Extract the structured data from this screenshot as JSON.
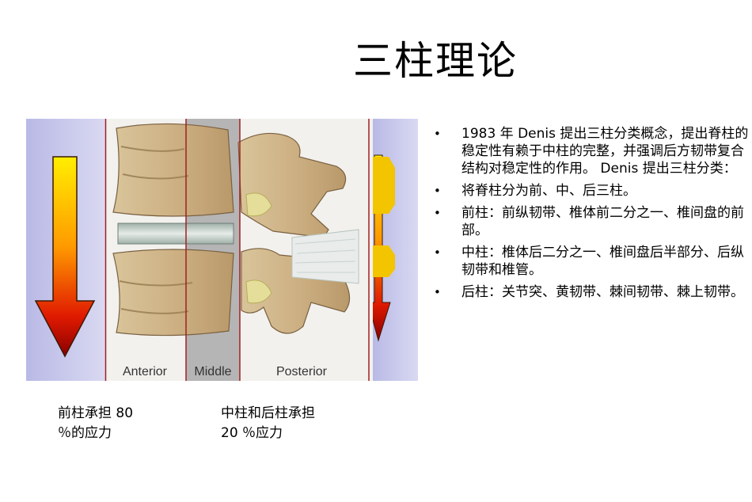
{
  "slide": {
    "title": "三柱理论"
  },
  "figure": {
    "labels": {
      "anterior": "Anterior",
      "middle": "Middle",
      "posterior": "Posterior"
    }
  },
  "bullets": [
    "1983 年 Denis 提出三柱分类概念，提出脊柱的稳定性有赖于中柱的完整，并强调后方韧带复合结构对稳定性的作用。 Denis 提出三柱分类：",
    "将脊柱分为前、中、后三柱。",
    "前柱：前纵韧带、椎体前二分之一、椎间盘的前部。",
    "中柱：椎体后二分之一、椎间盘后半部分、后纵韧带和椎管。",
    "后柱：关节突、黄韧带、棘间韧带、棘上韧带。"
  ],
  "captions": {
    "left": {
      "line1": "前柱承担 80",
      "line2": "％的应力"
    },
    "right": {
      "line1": "中柱和后柱承担",
      "line2": "20 ％应力"
    }
  }
}
